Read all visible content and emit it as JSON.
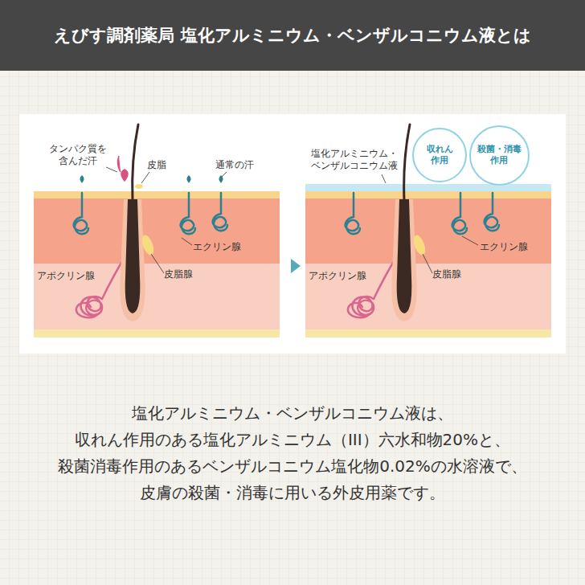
{
  "diagram": {
    "title": "えびす調剤薬局 塩化アルミニウム・ベンザルコニウム液とは",
    "caption": "塩化アルミニウム・ベンザルコニウム液は、 収れん作用のある塩化アルミニウム（III）六水和物20%と、 殺菌消毒作用のあるベンザルコニウム塩化物0.02%の水溶液で、 皮膚の殺菌・消毒に用いる外皮用薬です。",
    "nodes": [
      {
        "text": [
          "収れん 作用"
        ]
      },
      {
        "text": [
          "殺菌・消毒 作用"
        ]
      }
    ],
    "labels": [
      "タンパク質を 含んだ汗",
      "皮脂",
      "通常の汗",
      "エクリン腺",
      "皮脂腺",
      "アポクリン腺",
      "塩化アルミニウム・ ベンザルコニウム液",
      "エクリン腺",
      "皮脂腺",
      "アポクリン腺"
    ]
  }
}
